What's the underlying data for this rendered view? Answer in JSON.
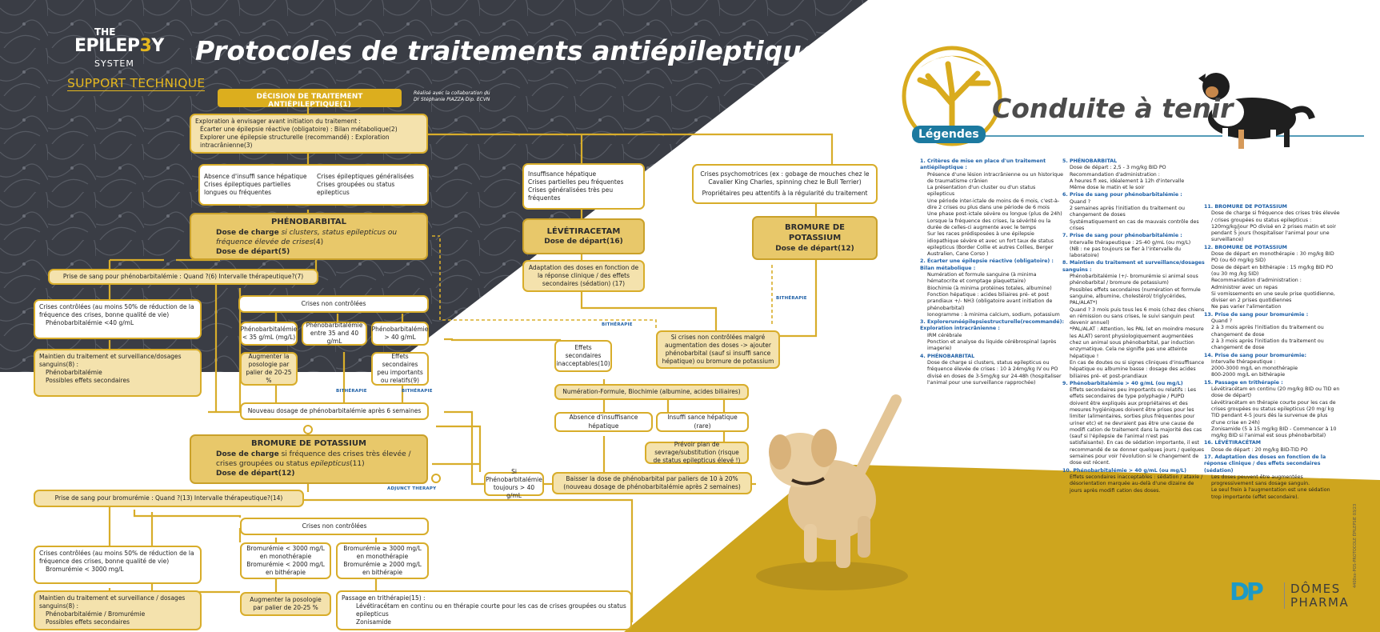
{
  "header": {
    "logo_the": "THE",
    "logo_epilepsy_a": "EPILEP",
    "logo_epilepsy_b": "3",
    "logo_epilepsy_c": "Y",
    "logo_system": "SYSTEM",
    "logo_support": "SUPPORT TECHNIQUE",
    "title": "Protocoles de traitements antiépileptiques",
    "collab_line1": "Réalisé avec la collaboration du",
    "collab_line2": "Dr Stéphanie PIAZZA Dip. ECVN"
  },
  "colors": {
    "gold": "#d8ad2a",
    "gold_fill": "#f4e2ad",
    "gold_dark": "#e8c86a",
    "blue": "#1d5fa6",
    "teal": "#1c7aa0"
  },
  "flow": {
    "decision": "DÉCISION DE TRAITEMENT ANTIÉPILEPTIQUE(1)",
    "exploration": {
      "title": "Exploration à envisager avant initiation du traitement :",
      "line1": "Écarter une épilepsie réactive (obligatoire) : Bilan métabolique(2)",
      "line2": "Explorer une épilepsie structurelle (recommandé) : Exploration intracrânienne(3)"
    },
    "pheno_criteria": {
      "a1": "Absence d'insuffi sance hépatique",
      "a2": "Crises épileptiques partielles longues ou fréquentes",
      "b1": "Crises épileptiques généralisées",
      "b2": "Crises groupées ou status epilepticus"
    },
    "phenobarbital": {
      "title": "PHÉNOBARBITAL",
      "charge_a": "Dose de charge",
      "charge_b": " si clusters, status epilepticus ou fréquence élevée de crises",
      "charge_c": "(4)",
      "depart": "Dose de départ(5)"
    },
    "pheno_blood": "Prise de sang pour phénobarbitalémie : Quand ?(6) Intervalle thérapeutique?(7)",
    "pheno_controlled": {
      "l1": "Crises contrôlées (au moins 50% de réduction de la fréquence des crises, bonne qualité de vie)",
      "l2": "Phénobarbitalémie <40 g/mL"
    },
    "pheno_maintain": {
      "l1": "Maintien du traitement et surveillance/dosages sanguins(8) :",
      "l2": "Phénobarbitalémie",
      "l3": "Possibles effets secondaires"
    },
    "not_controlled_1": "Crises non contrôlées",
    "pheno_low": "Phénobarbitalémie < 35 g/mL (mg/L)",
    "pheno_mid": "Phénobarbitalémie entre 35 and 40 g/mL",
    "pheno_high": "Phénobarbitalémie > 40 g/mL",
    "increase_dose": "Augmenter la posologie par palier de 20-25 %",
    "side_effects_box": "Effets secondaires peu importants ou relatifs(9)",
    "new_dosage": "Nouveau dosage de phénobarbitalémie après 6 semaines",
    "bromure_left": {
      "title": "BROMURE DE POTASSIUM",
      "charge_a": "Dose de charge",
      "charge_b": " si fréquence des crises très élevée / crises groupées ou status ",
      "charge_c": "epilepticus",
      "charge_d": "(11)",
      "depart": "Dose de départ(12)"
    },
    "bromure_blood": "Prise de sang pour bromurémie : Quand ?(13) Intervalle thérapeutique?(14)",
    "bromo_controlled": {
      "l1": "Crises contrôlées (au moins 50% de réduction de la fréquence des crises, bonne qualité de vie)",
      "l2": "Bromurémie < 3000 mg/L"
    },
    "bromo_maintain": {
      "l1": "Maintien du traitement et surveillance / dosages sanguins(8) :",
      "l2": "Phénobarbitalémie / Bromurémie",
      "l3": "Possibles effets secondaires"
    },
    "not_controlled_2": "Crises non contrôlées",
    "bromo_low": {
      "l1": "Bromurémie < 3000 mg/L en monothérapie",
      "l2": "Bromurémie < 2000 mg/L en bithérapie"
    },
    "bromo_high": {
      "l1": "Bromurémie ≥ 3000 mg/L en monothérapie",
      "l2": "Bromurémie ≥ 2000 mg/L en bithérapie"
    },
    "bromo_increase": "Augmenter la posologie par palier de 20-25 %",
    "tritherapy": {
      "l1": "Passage en trithérapie(15) :",
      "l2": "Lévétiracétam en continu ou en thérapie courte pour les cas de crises groupées ou status epilepticus",
      "l3": "Zonisamide"
    },
    "levet_criteria": {
      "l1": "Insuffisance hépatique",
      "l2": "Crises partielles peu fréquentes",
      "l3": "Crises généralisées très peu fréquentes"
    },
    "levetiracetam": {
      "title": "LÉVÉTIRACETAM",
      "depart": "Dose de départ(16)"
    },
    "levet_adapt": "Adaptation des doses en fonction de la réponse clinique / des effets secondaires (sédation) (17)",
    "bromure_criteria": {
      "l1": "Crises psychomotrices (ex : gobage de mouches chez le Cavalier King Charles, spinning chez le Bull Terrier)",
      "l2": "Propriétaires peu attentifs à la régularité du traitement"
    },
    "bromure_right": {
      "title": "BROMURE DE POTASSIUM",
      "depart": "Dose de départ(12)"
    },
    "effects_unacceptable": "Effets secondaires inacceptables(10)",
    "if_not_controlled": "Si crises non contrôlées malgré augmentation des doses -> ajouter phénobarbital (sauf si insuffi sance hépatique) ou bromure de potassium",
    "nfs": "Numération-Formule, Biochimie (albumine, acides biliaires)",
    "no_liver": "Absence d'insuffisance hépatique",
    "liver_rare": "Insuffi sance hépatique (rare)",
    "plan_weaning": "Prévoir plan de sevrage/substitution (risque de status epilepticus élevé !)",
    "pheno_always": "Si Phénobarbitalémie toujours > 40 g/mL",
    "lower_pheno": "Baisser la dose de phénobarbital par paliers de 10 à 20% (nouveau dosage de phénobarbitalémie après 2 semaines)",
    "tag_bitherapie": "BITHÉRAPIE",
    "tag_adjunct": "ADJUNCT THERAPY"
  },
  "right": {
    "title": "Conduite à tenir",
    "legendes": "Légendes",
    "side_note": "4400xx-POS-PROTOCOLE ÉPILEPSIE 03/23",
    "brand_mark": "DP",
    "brand_line1": "DÔMES",
    "brand_line2": "PHARMA",
    "col1": [
      {
        "h": "1. Critères de mise en place d'un traitement antiépileptique :",
        "lines": [
          "Présence d'une lésion intracrânienne ou un historique de traumatisme crânien",
          "La présentation d'un cluster ou d'un status epilepticus",
          "Une période inter-ictale de moins de 6 mois, c'est-à-dire 2 crises ou plus dans une période de 6 mois",
          "Une phase post-ictale sévère ou longue (plus de 24h)",
          "Lorsque la fréquence des crises, la sévérité ou la durée de celles-ci augmente avec le temps",
          "Sur les races prédisposées à une épilepsie idiopathique sévère et avec un fort taux de status epilepticus (Border Collie et autres Collies, Berger Australien, Cane Corso )"
        ]
      },
      {
        "h": "2. Écarter une épilepsie réactive (obligatoire) : Bilan métabolique :",
        "lines": [
          "Numération et formule sanguine (à minima hématocrite et comptage plaquettaire)",
          "Biochimie (à minima protéines totales, albumine)",
          "Fonction hépatique : acides biliaires pré- et post prandiaux +/- NH3 (obligatoire avant initiation de phénobarbital)",
          "Ionogramme : à minima calcium, sodium, potassium"
        ]
      },
      {
        "h": "3. Explorerunéépilepsiestructurelle(recommandé): Exploration intracrânienne :",
        "lines": [
          "IRM cérébrale",
          "Ponction et analyse du liquide cérébrospinal (après imagerie)"
        ]
      },
      {
        "h": "4. PHÉNOBARBITAL",
        "lines": [
          "Dose de charge si clusters, status epilepticus ou fréquence élevée de crises : 10 à 24mg/kg IV ou PO divisé en doses de 3-5mg/kg sur 24-48h (hospitaliser l'animal pour une surveillance rapprochée)"
        ]
      }
    ],
    "col2": [
      {
        "h": "5. PHÉNOBARBITAL",
        "lines": [
          "Dose de départ : 2,5 - 3 mg/kg BID PO",
          "Recommandation d'administration :",
          "A heures fi xes, idéalement à 12h d'intervalle",
          "Même dose le matin et le soir"
        ]
      },
      {
        "h": "6. Prise de sang pour phénobarbitalémie :",
        "lines": [
          "Quand ?",
          "2 semaines après l'initiation du traitement ou changement de doses",
          "Systématiquement en cas de mauvais contrôle des crises"
        ]
      },
      {
        "h": "7. Prise de sang pour phénobarbitalémie :",
        "lines": [
          "Intervalle thérapeutique : 25-40 g/mL (ou mg/L)",
          "(NB : ne pas toujours se fier à l'intervalle du laboratoire)"
        ]
      },
      {
        "h": "8. Maintien du traitement et surveillance/dosages sanguins :",
        "lines": [
          "Phénobarbitalémie (+/- bromurémie si animal sous phénobarbital / bromure de potassium)",
          "Possibles effets secondaires (numération et formule sanguine, albumine, cholestérol/ triglycérides, PAL/ALAT*)",
          "Quand ? 3 mois puis tous les 6 mois (chez des chiens en rémission ou sans crises, le suivi sanguin peut devenir annuel)",
          "*PAL/ALAT : Attention, les PAL (et en moindre mesure les ALAT) seront physiologiquement augmentées chez un animal sous phénobarbital, par induction enzymatique. Cela ne signifie pas une atteinte hépatique !",
          "En cas de doutes ou si signes cliniques d'insuffisance hépatique ou albumine basse : dosage des acides biliaires pré- et post-prandiaux"
        ]
      },
      {
        "h": "9. Phénobarbitalémie > 40 g/mL (ou mg/L)",
        "lines": [
          "Effets secondaires peu importants ou relatifs : Les effets secondaires de type polyphagie / PUPD doivent être expliqués aux propriétaires et des mesures hygiéniques doivent être prises pour les limiter (alimentaires, sorties plus fréquentes pour uriner etc) et ne devraient pas être une cause de modifi cation de traitement dans la majorité des cas (sauf si l'épilepsie de l'animal n'est pas satisfaisante). En cas de sédation importante, il est recommandé de se donner quelques jours / quelques semaines pour voir l'évolution si le changement de dose est récent."
        ]
      },
      {
        "h": "10. Phénobarbitalémie > 40 g/mL (ou mg/L)",
        "lines": [
          "Effets secondaires inacceptables : sédation / ataxie / désorientation marquée au-delà d'une dizaine de jours après modifi cation des doses."
        ]
      }
    ],
    "col3": [
      {
        "h": "11. BROMURE DE POTASSIUM",
        "lines": [
          "Dose de charge si fréquence des crises très élevée / crises groupées ou status epilepticus : 120mg/kg/jour PO divisé en 2 prises matin et soir pendant 5 jours (hospitaliser l'animal pour une surveillance)"
        ]
      },
      {
        "h": "12. BROMURE DE POTASSIUM",
        "lines": [
          "Dose de départ en monothérapie : 30 mg/kg BID PO (ou 60 mg/kg SID)",
          "Dose de départ en bithérapie : 15 mg/kg BID PO (ou 30 mg /kg SID)",
          "Recommandation d'administration :",
          "Administrer avec un repas",
          "Si vomissements en une seule prise quotidienne, diviser en 2 prises quotidiennes",
          "Ne pas varier l'alimentation"
        ]
      },
      {
        "h": "13. Prise de sang pour bromurémie :",
        "lines": [
          "Quand ?",
          "2 à 3 mois après l'initiation du traitement ou changement de dose",
          "2 à 3 mois après l'initiation du traitement ou changement de dose"
        ]
      },
      {
        "h": "14. Prise de sang pour bromurémie:",
        "lines": [
          "Intervalle thérapeutique :",
          "2000-3000 mg/L en monothérapie",
          "800-2000 mg/L en bithérapie"
        ]
      },
      {
        "h": "15. Passage en trithérapie :",
        "lines": [
          "Lévétiracétam en continu (20 mg/kg BID ou TID en dose de départ)",
          "Lévétiracétam en thérapie courte pour les cas de crises groupées ou status epilepticus (20 mg/ kg TID pendant 4-5 jours dès la survenue de plus d'une crise en 24h)",
          "Zonisamide (5 à 15 mg/kg BID - Commencer à 10 mg/kg BID si l'animal est sous phénobarbital)"
        ]
      },
      {
        "h": "16. LÉVÉTIRACÉTAM",
        "lines": [
          "Dose de départ : 20 mg/kg BID-TID PO"
        ]
      },
      {
        "h": "17. Adaptation des doses en fonction de la réponse clinique / des effets secondaires (sédation)",
        "lines": [
          "Les doses peuvent être augmentées progressivement sans dosage sanguin.",
          "Le seul frein à l'augmentation est une sédation trop importante (effet secondaire)."
        ]
      }
    ]
  }
}
